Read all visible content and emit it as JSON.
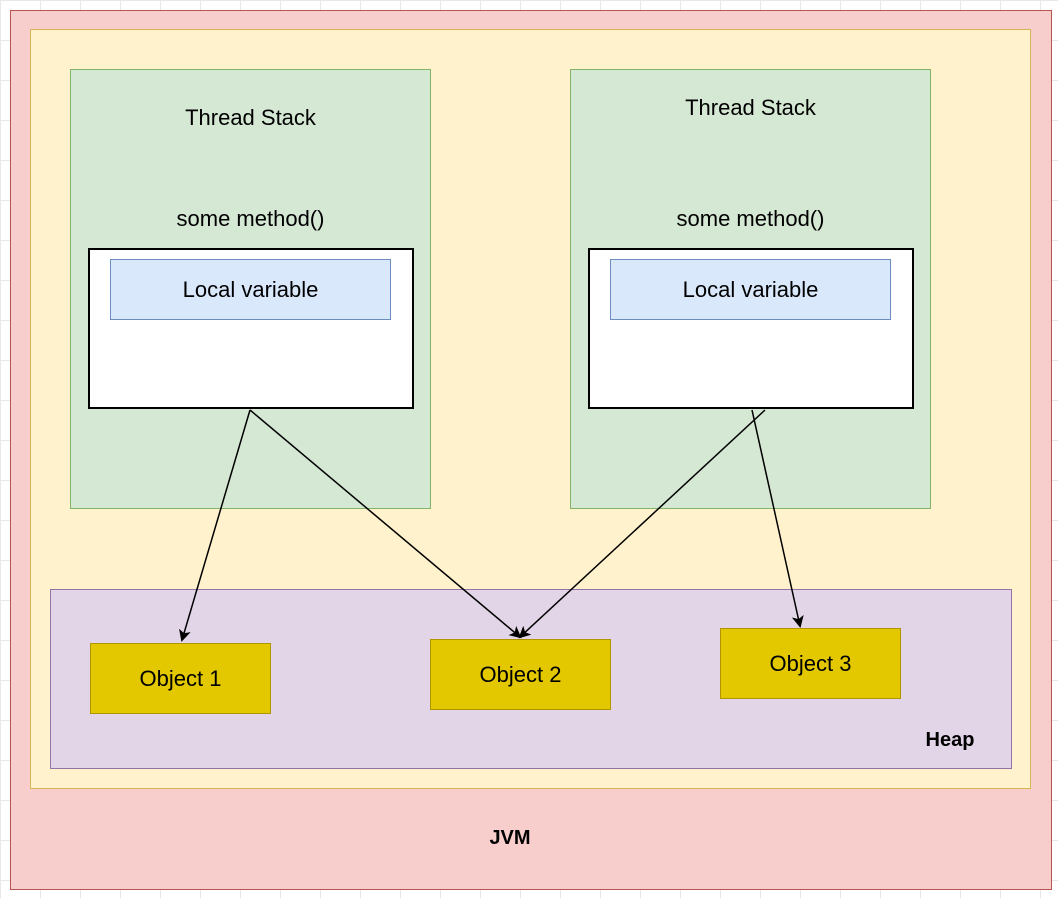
{
  "jvm": {
    "label": "JVM"
  },
  "heap": {
    "label": "Heap"
  },
  "stacks": [
    {
      "title": "Thread Stack",
      "method": "some method()",
      "local_var": "Local variable"
    },
    {
      "title": "Thread Stack",
      "method": "some method()",
      "local_var": "Local variable"
    }
  ],
  "objects": [
    "Object 1",
    "Object 2",
    "Object 3"
  ],
  "colors": {
    "jvm_fill": "#f8cecc",
    "inner_fill": "#fff2cc",
    "stack_fill": "#d5e8d4",
    "local_var_fill": "#dae8fc",
    "heap_fill": "#e1d5e7",
    "object_fill": "#e3c800"
  }
}
